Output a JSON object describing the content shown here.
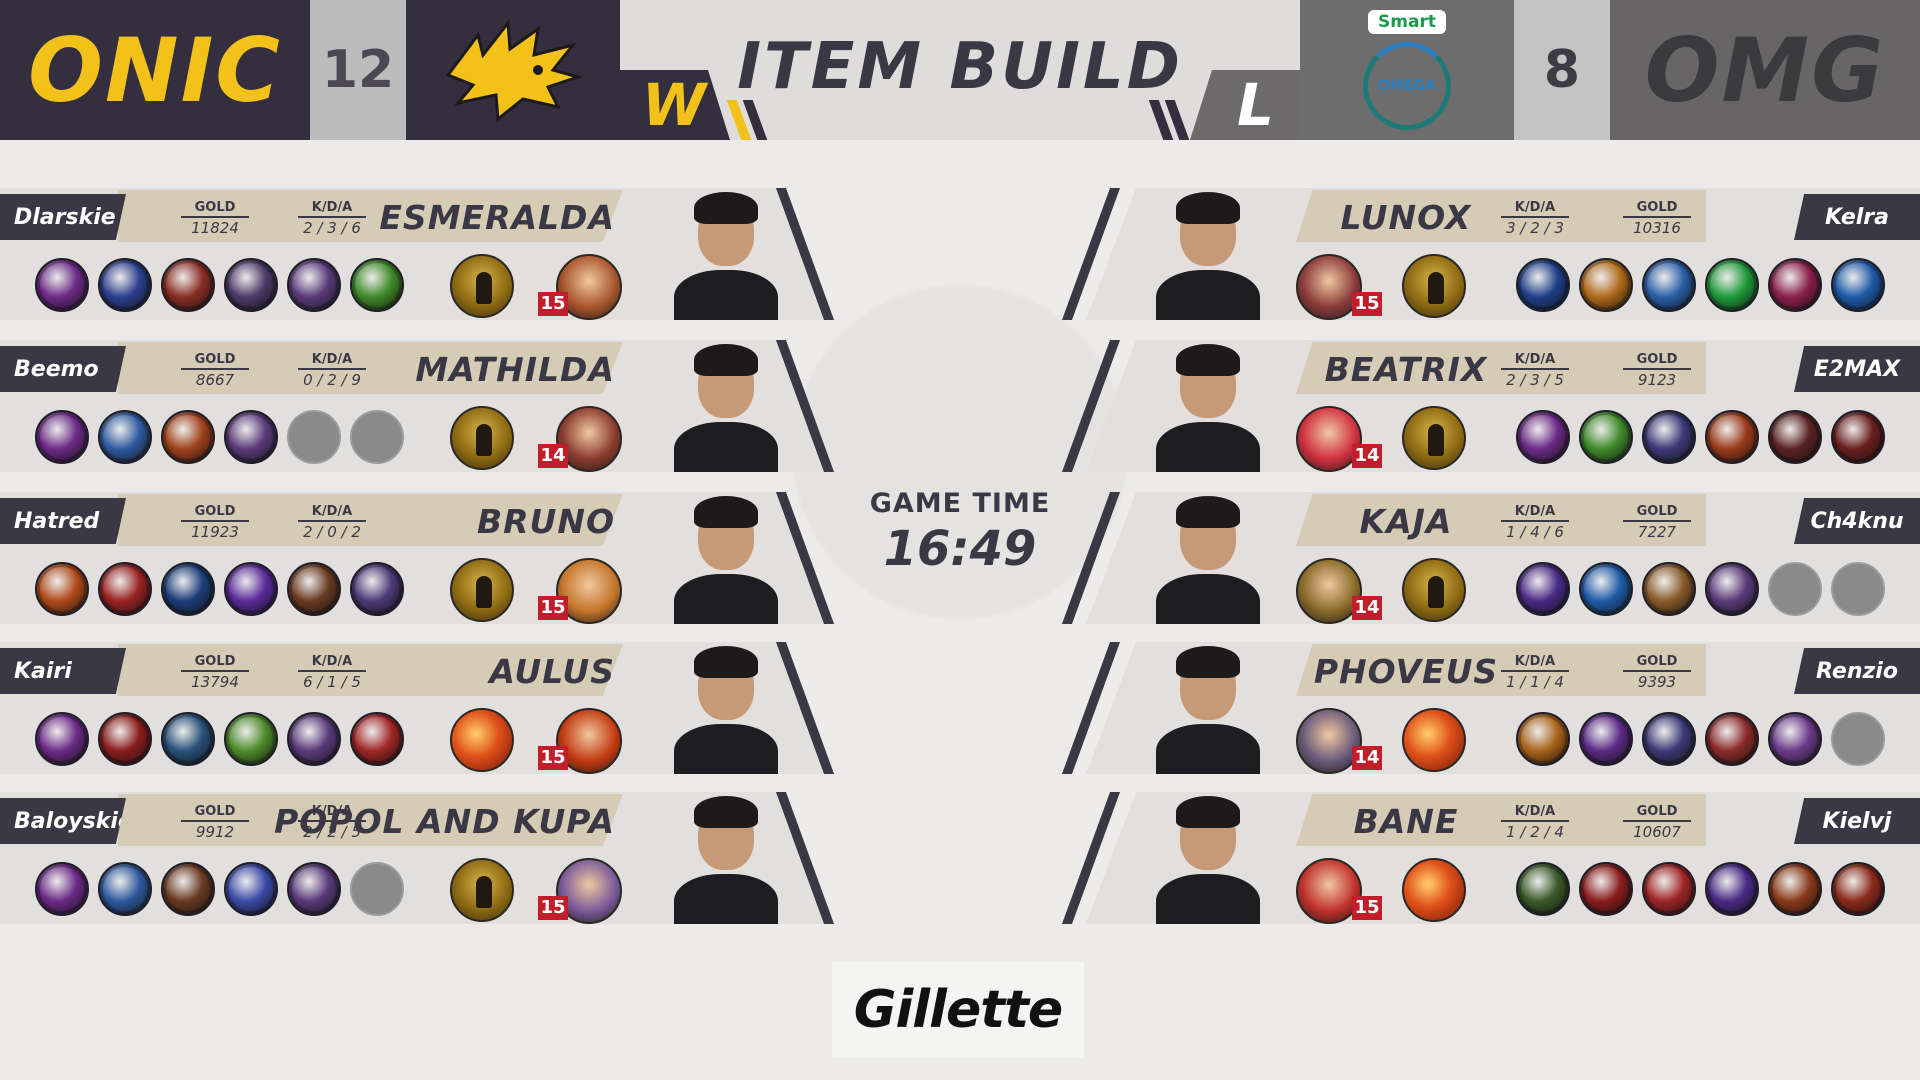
{
  "header": {
    "left_team": {
      "name": "ONIC",
      "score": "12",
      "result": "W"
    },
    "right_team": {
      "name": "OMG",
      "score": "8",
      "result": "L",
      "sponsor_tag": "Smart",
      "logo_text": "OMEGA"
    },
    "title": "ITEM BUILD"
  },
  "stat_labels": {
    "gold": "GOLD",
    "kda": "K/D/A"
  },
  "left_players": [
    {
      "player": "Dlarskie",
      "gold": "11824",
      "kda": "2 / 3 / 6",
      "hero": "ESMERALDA",
      "level": "15",
      "items": [
        "#6b2a86",
        "#2c3f8f",
        "#8a2d24",
        "#4b3a68",
        "#5a3a7a",
        "#3f8a2a"
      ],
      "spell": "retribution-icon",
      "hero_color": "#a8552c"
    },
    {
      "player": "Beemo",
      "gold": "8667",
      "kda": "0 / 2 / 9",
      "hero": "MATHILDA",
      "level": "14",
      "items": [
        "#6b2a86",
        "#2f5aa0",
        "#a0421c",
        "#5a3a7a",
        "empty",
        "empty"
      ],
      "spell": "retribution-icon",
      "hero_color": "#8a3a2e"
    },
    {
      "player": "Hatred",
      "gold": "11923",
      "kda": "2 / 0 / 2",
      "hero": "BRUNO",
      "level": "15",
      "items": [
        "#b04a1a",
        "#9a2222",
        "#1d3d7a",
        "#5a2a9a",
        "#6a3a22",
        "#4b3a78"
      ],
      "spell": "retribution-icon",
      "hero_color": "#c4762a"
    },
    {
      "player": "Kairi",
      "gold": "13794",
      "kda": "6 / 1 / 5",
      "hero": "AULUS",
      "level": "15",
      "items": [
        "#6b2a86",
        "#8a1c1c",
        "#28507a",
        "#4d8a2a",
        "#5a3a7a",
        "#a02626"
      ],
      "spell": "execute-icon",
      "hero_color": "#c23a10"
    },
    {
      "player": "Baloyskie",
      "gold": "9912",
      "kda": "2 / 2 / 5",
      "hero": "POPOL AND KUPA",
      "level": "15",
      "items": [
        "#6b2a86",
        "#2f5aa0",
        "#6a3a22",
        "#3b4aa8",
        "#5a3a7a",
        "empty"
      ],
      "spell": "retribution-icon",
      "hero_color": "#7a5a9a"
    }
  ],
  "right_players": [
    {
      "player": "Kelra",
      "gold": "10316",
      "kda": "3 / 2 / 3",
      "hero": "LUNOX",
      "level": "15",
      "items": [
        "#1e3f88",
        "#b06a1a",
        "#2b5fa8",
        "#1f9a3a",
        "#8a1f4a",
        "#1f5aa8"
      ],
      "spell": "retribution-icon",
      "hero_color": "#8a3a3a"
    },
    {
      "player": "E2MAX",
      "gold": "9123",
      "kda": "2 / 3 / 5",
      "hero": "BEATRIX",
      "level": "14",
      "items": [
        "#6b2a86",
        "#3f8a2a",
        "#3b3a78",
        "#9a3a1a",
        "#5a2222",
        "#6a1e1e"
      ],
      "spell": "retribution-icon",
      "hero_color": "#d03040"
    },
    {
      "player": "Ch4knu",
      "gold": "7227",
      "kda": "1 / 4 / 6",
      "hero": "KAJA",
      "level": "14",
      "items": [
        "#4a2a86",
        "#1f5aa8",
        "#8a5a2a",
        "#5a3a7a",
        "empty",
        "empty"
      ],
      "spell": "retribution-icon",
      "hero_color": "#8a6a2a"
    },
    {
      "player": "Renzio",
      "gold": "9393",
      "kda": "1 / 1 / 4",
      "hero": "PHOVEUS",
      "level": "14",
      "items": [
        "#a8621a",
        "#5a2a86",
        "#3b3a78",
        "#8a2a2a",
        "#6a3a8a",
        "empty"
      ],
      "spell": "execute-icon",
      "hero_color": "#6a5a7a"
    },
    {
      "player": "Kielvj",
      "gold": "10607",
      "kda": "1 / 2 / 4",
      "hero": "BANE",
      "level": "15",
      "items": [
        "#3a5a2a",
        "#8a1c1c",
        "#a02626",
        "#4a2a86",
        "#8a3a1a",
        "#8a2a1a"
      ],
      "spell": "execute-icon",
      "hero_color": "#c0302a"
    }
  ],
  "game_time": {
    "label": "GAME TIME",
    "value": "16:49"
  },
  "sponsor": "Gillette"
}
